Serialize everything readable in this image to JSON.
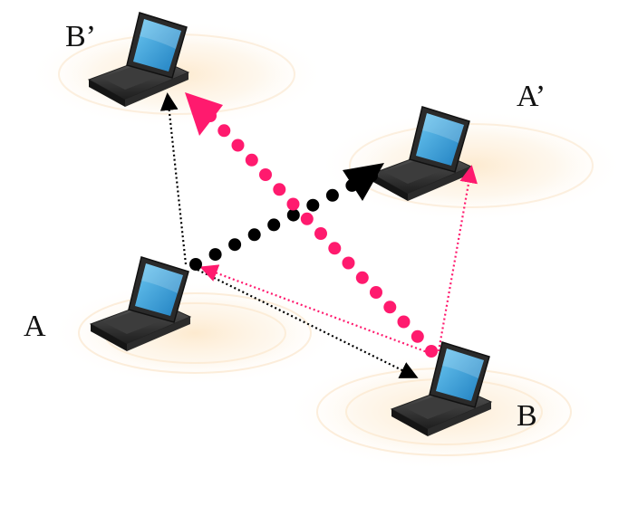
{
  "labels": {
    "a": "A",
    "a_prime": "A’",
    "b": "B",
    "b_prime": "B’"
  },
  "colors": {
    "pink": "#ff1a6e",
    "black": "#000000",
    "halo": "#f4a23a",
    "laptop_body": "#2f2f2f",
    "screen": "#2aa6e0"
  },
  "nodes": [
    {
      "id": "a",
      "icon": "laptop-icon"
    },
    {
      "id": "a_prime",
      "icon": "laptop-icon"
    },
    {
      "id": "b",
      "icon": "laptop-icon"
    },
    {
      "id": "b_prime",
      "icon": "laptop-icon"
    }
  ],
  "links": [
    {
      "id": "a-to-b-prime",
      "from": "a",
      "to": "b_prime",
      "style": "thin-dotted-arrow",
      "color": "black"
    },
    {
      "id": "a-to-b",
      "from": "a",
      "to": "b",
      "style": "thin-dotted-arrow",
      "color": "black"
    },
    {
      "id": "b-to-a",
      "from": "b",
      "to": "a",
      "style": "thin-dotted-arrow",
      "color": "pink"
    },
    {
      "id": "b-to-a-prime",
      "from": "b",
      "to": "a_prime",
      "style": "thin-dotted-arrow",
      "color": "pink"
    },
    {
      "id": "a-to-a-prime",
      "from": "a",
      "to": "a_prime",
      "style": "bold-dotted-arrow",
      "color": "black"
    },
    {
      "id": "b-to-b-prime",
      "from": "b",
      "to": "b_prime",
      "style": "bold-dotted-arrow",
      "color": "pink"
    }
  ]
}
